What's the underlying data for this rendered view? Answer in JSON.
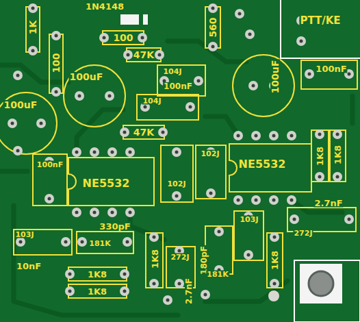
{
  "diagram": {
    "labels": [
      "1N4148",
      "1K",
      "100",
      "100",
      "560",
      "PTT/KE",
      "47K",
      "104J",
      "100nF",
      "100uF",
      "100uF",
      "100nF",
      "100uF",
      "104J",
      "47K",
      "100nF",
      "NE5532",
      "102J",
      "102J",
      "NE5532",
      "1K8",
      "1K8",
      "2.7nF",
      "330pF",
      "103J",
      "181K",
      "103J",
      "272J",
      "10nF",
      "1K8",
      "272J",
      "180pF",
      "181K",
      "1K8",
      "1K8",
      "1K8",
      "2.7nF"
    ]
  }
}
